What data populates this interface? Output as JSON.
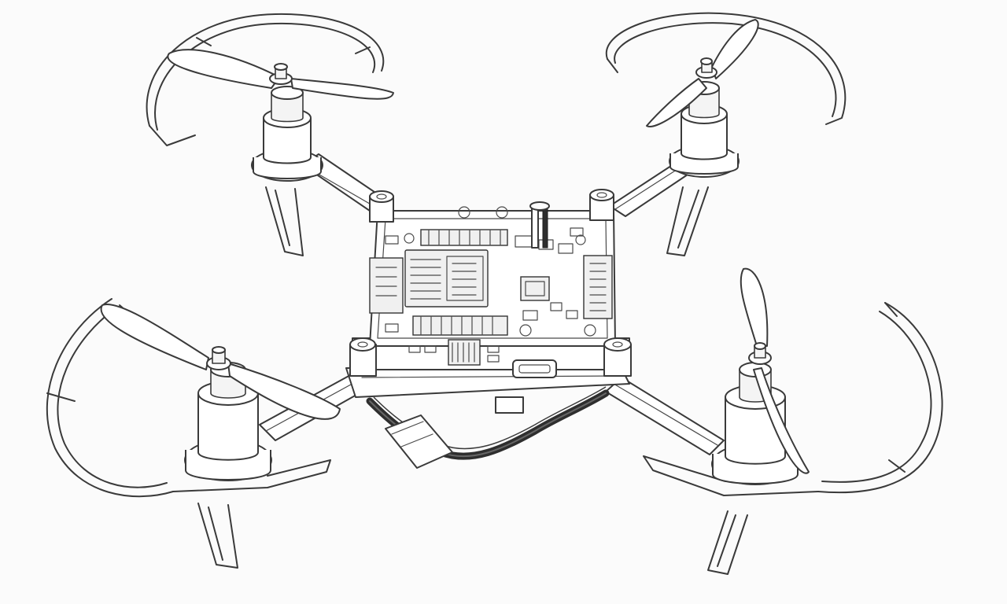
{
  "illustration": {
    "subject": "quadcopter-line-drawing",
    "style": "monochrome-line-art",
    "colors": {
      "background": "#fbfbfb",
      "line": "#3a3a3a",
      "cable": "#2e2e2e"
    },
    "rotor_count": 4,
    "rotors": [
      {
        "id": "front-left"
      },
      {
        "id": "front-right"
      },
      {
        "id": "rear-left"
      },
      {
        "id": "rear-right"
      }
    ]
  }
}
